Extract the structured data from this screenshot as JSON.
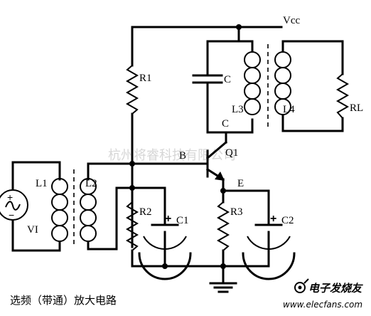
{
  "labels": {
    "vcc": "Vcc",
    "r1": "R1",
    "c": "C",
    "l3": "L3",
    "l4": "L4",
    "rl": "RL",
    "collector": "C",
    "base": "B",
    "q1": "Q1",
    "emitter": "E",
    "l1": "L1",
    "l2": "L2",
    "vi": "VI",
    "r2": "R2",
    "c1": "C1",
    "r3": "R3",
    "c2": "C2",
    "plus": "+",
    "minus": "−",
    "pos": "+"
  },
  "caption": "选频（带通）放大电路",
  "watermark": "杭州将睿科技有限公司",
  "logo": {
    "text": "电子发烧友",
    "url": "www.elecfans.com"
  }
}
